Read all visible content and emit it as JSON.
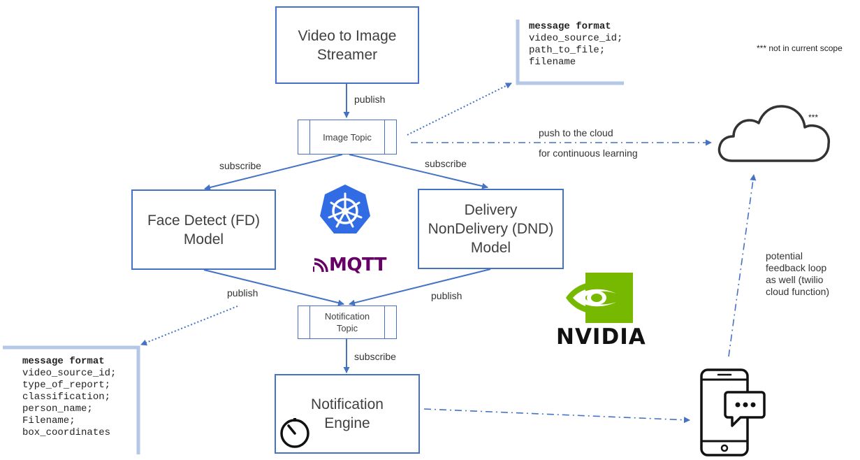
{
  "nodes": {
    "streamer": "Video to Image Streamer",
    "face_detect": "Face Detect (FD) Model",
    "dnd": "Delivery NonDelivery (DND) Model",
    "notification_engine": "Notification Engine"
  },
  "topics": {
    "image_topic": "Image Topic",
    "notification_topic": "Notification Topic"
  },
  "edge_labels": {
    "publish_top": "publish",
    "subscribe_left": "subscribe",
    "subscribe_right": "subscribe",
    "publish_left": "publish",
    "publish_right": "publish",
    "subscribe_bottom": "subscribe",
    "push_cloud_1": "push to the cloud",
    "push_cloud_2": "for continuous learning"
  },
  "message_format_top": {
    "heading": "message format",
    "lines": [
      "video_source_id;",
      "path_to_file;",
      "filename"
    ]
  },
  "message_format_bottom": {
    "heading": "message format",
    "lines": [
      "video_source_id;",
      "type_of_report;",
      "classification;",
      "person_name;",
      "Filename;",
      "box_coordinates"
    ]
  },
  "scope_note": "*** not in current scope",
  "cloud_marker": "***",
  "feedback_note": [
    "potential",
    "feedback loop",
    "as well (twilio",
    "cloud function)"
  ],
  "logos": {
    "kubernetes": "kubernetes-icon",
    "mqtt": "MQTT",
    "nvidia": "NVIDIA",
    "timer": "timer-icon",
    "cloud": "cloud-icon",
    "phone": "phone-chat-icon"
  },
  "colors": {
    "connector": "#4472c4",
    "kubernetes": "#326ce5",
    "mqtt": "#660066",
    "nvidia": "#76b900",
    "frame": "#b4c7e7"
  }
}
